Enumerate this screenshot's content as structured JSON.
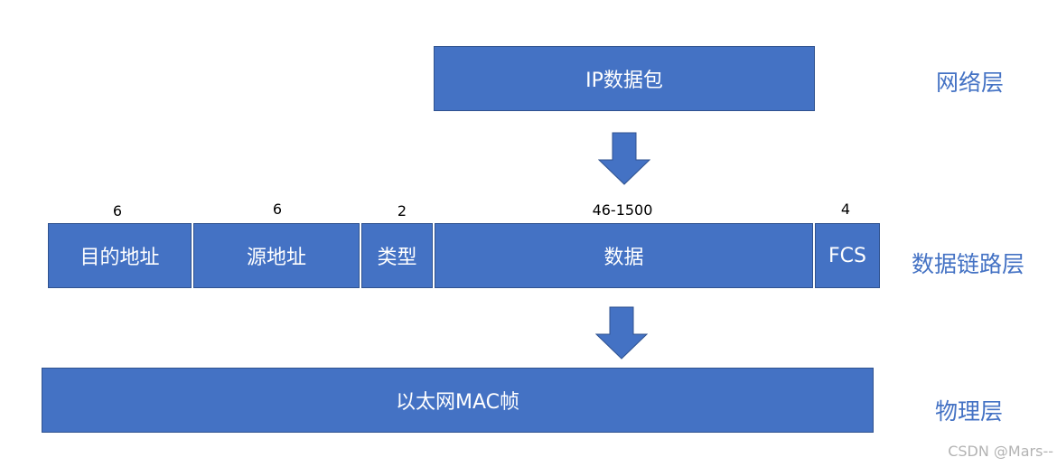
{
  "network": {
    "box_label": "IP数据包",
    "layer_label": "网络层"
  },
  "datalink": {
    "fields": [
      {
        "label": "目的地址",
        "size": "6"
      },
      {
        "label": "源地址",
        "size": "6"
      },
      {
        "label": "类型",
        "size": "2"
      },
      {
        "label": "数据",
        "size": "46-1500"
      },
      {
        "label": "FCS",
        "size": "4"
      }
    ],
    "layer_label": "数据链路层"
  },
  "physical": {
    "box_label": "以太网MAC帧",
    "layer_label": "物理层"
  },
  "colors": {
    "box_fill": "#4472c4",
    "box_border": "#2f528f",
    "layer_text": "#4472c4"
  },
  "watermark": "CSDN @Mars--"
}
